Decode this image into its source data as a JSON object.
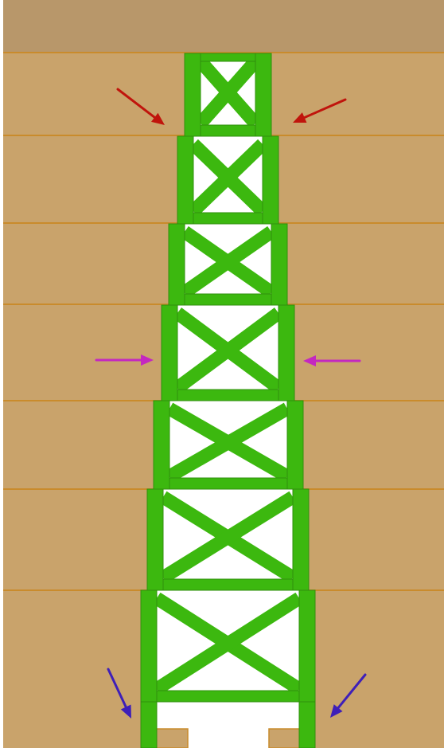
{
  "colors": {
    "page_background": "#ffffff",
    "sky_band": "#b8976a",
    "soil": "#c9a36b",
    "strata_line": "#c98b2c",
    "frame_green": "#3cb80f",
    "frame_outline": "#2f8f0c",
    "frame_interior": "#ffffff",
    "arrow_top": "#c0140c",
    "arrow_middle": "#c428c0",
    "arrow_bottom": "#3e1fb8"
  },
  "icons": {
    "arrow": "arrow-icon",
    "frame": "x-braced-tower-icon"
  },
  "structure": {
    "segment_count": 7,
    "strata_count": 7,
    "braces_per_segment": 2,
    "widening_direction": "downward"
  },
  "arrows": [
    {
      "id": "arrow-top-left",
      "group": "top",
      "side": "left",
      "direction": "down-right",
      "color_key": "arrow_top"
    },
    {
      "id": "arrow-top-right",
      "group": "top",
      "side": "right",
      "direction": "down-left",
      "color_key": "arrow_top"
    },
    {
      "id": "arrow-middle-left",
      "group": "middle",
      "side": "left",
      "direction": "right",
      "color_key": "arrow_middle"
    },
    {
      "id": "arrow-middle-right",
      "group": "middle",
      "side": "right",
      "direction": "left",
      "color_key": "arrow_middle"
    },
    {
      "id": "arrow-bottom-left",
      "group": "bottom",
      "side": "left",
      "direction": "down-right",
      "color_key": "arrow_bottom"
    },
    {
      "id": "arrow-bottom-right",
      "group": "bottom",
      "side": "right",
      "direction": "down-left",
      "color_key": "arrow_bottom"
    }
  ]
}
